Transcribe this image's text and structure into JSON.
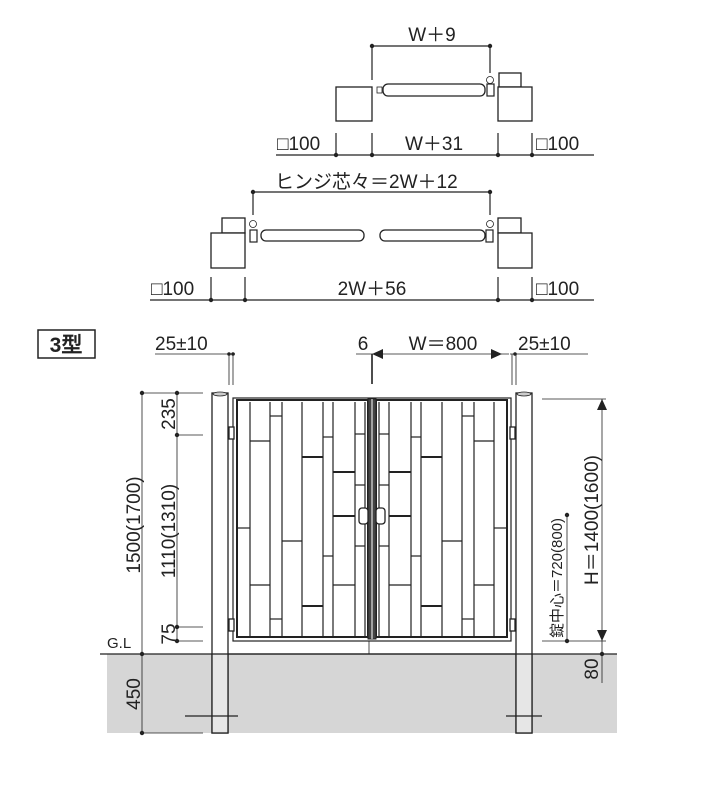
{
  "plan_single": {
    "top_dim": "W＋9",
    "post_left": "□100",
    "middle_dim": "W＋31",
    "post_right": "□100"
  },
  "plan_double": {
    "hinge_dim": "ヒンジ芯々＝2W＋12",
    "post_left": "□100",
    "middle_dim": "2W＋56",
    "post_right": "□100"
  },
  "elevation": {
    "type_label": "3型",
    "gap_left": "25±10",
    "center_gap": "6",
    "width": "W＝800",
    "gap_right": "25±10",
    "total_height": "1500(1700)",
    "top_offset": "235",
    "mid_height": "1110(1310)",
    "bottom_offset": "75",
    "ground_label": "G.L",
    "embed_depth": "450",
    "gate_height": "H＝1400(1600)",
    "lock_center": "錠中心＝720(800)",
    "ground_clearance": "80"
  },
  "colors": {
    "ground": "#d6d6d6",
    "line": "#222222"
  }
}
